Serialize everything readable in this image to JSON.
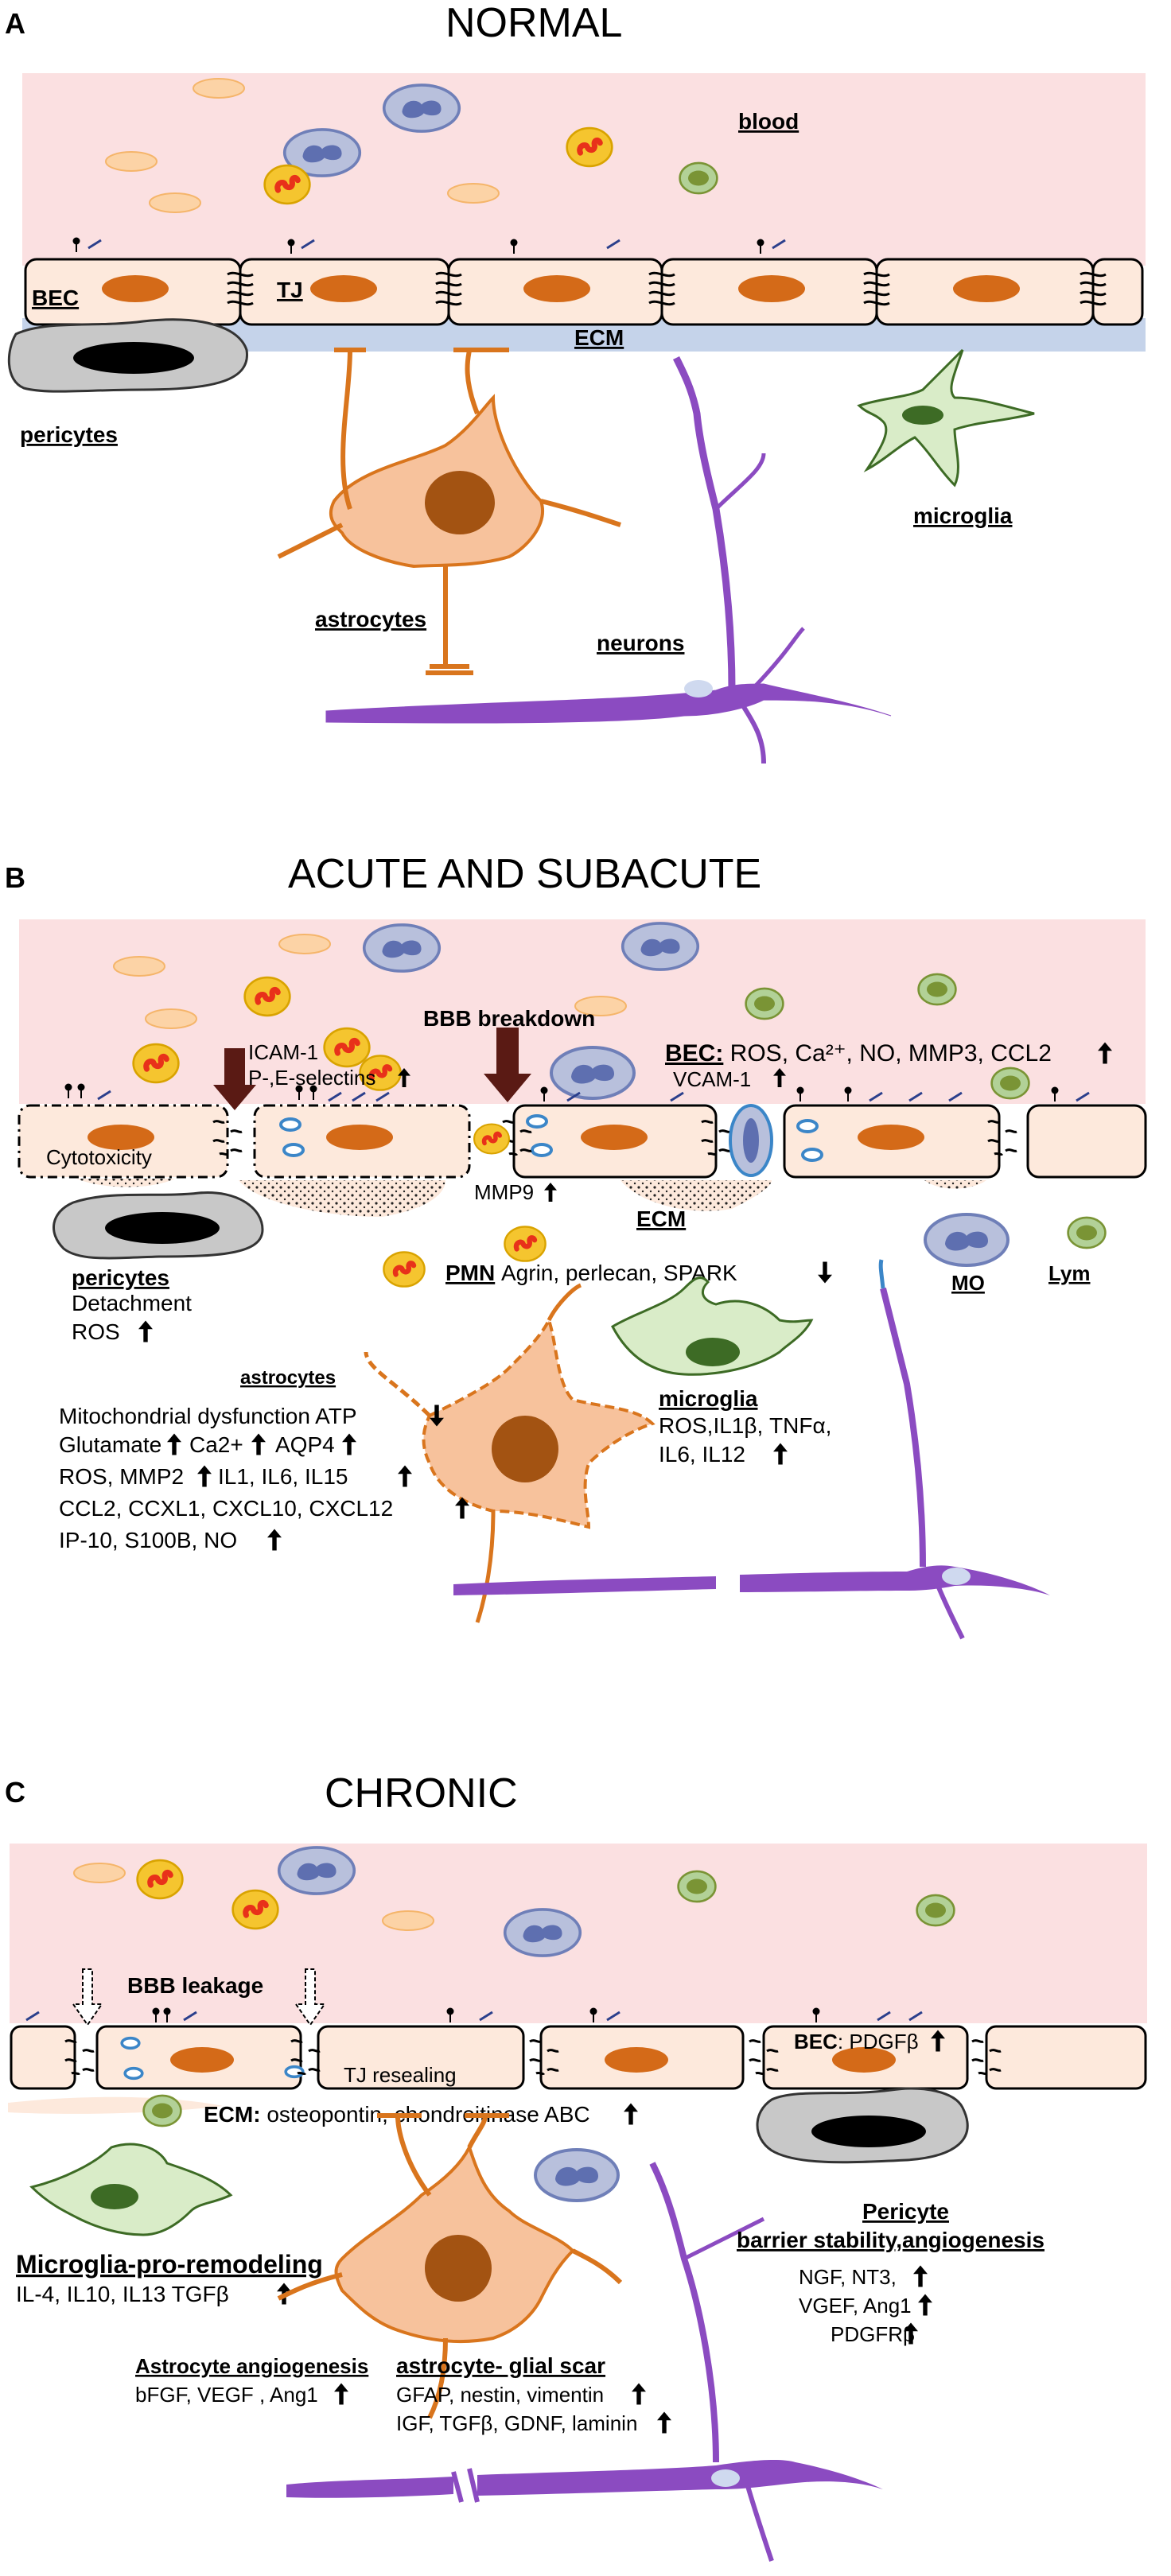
{
  "panels": [
    {
      "letter": "A",
      "title": "NORMAL",
      "labels": {
        "blood": "blood",
        "bec": "BEC",
        "tj": "TJ",
        "ecm": "ECM",
        "pericytes": "pericytes",
        "astrocytes": "astrocytes",
        "neurons": "neurons",
        "microglia": "microglia"
      }
    },
    {
      "letter": "B",
      "title": "ACUTE AND SUBACUTE",
      "labels": {
        "icam": "ICAM-1",
        "selectins": "P-,E-selectins",
        "bbb_breakdown": "BBB breakdown",
        "bec_head": "BEC:",
        "bec_rest": " ROS, Ca²⁺, NO, MMP3, CCL2",
        "vcam": "VCAM-1",
        "cytotoxicity": "Cytotoxicity",
        "mmp9": "MMP9",
        "pericytes": "pericytes",
        "detachment": "Detachment",
        "ros": "ROS",
        "pmn": "PMN",
        "ecm_items": " Agrin, perlecan, SPARK",
        "ecm": "ECM",
        "mo": "MO",
        "lym": "Lym",
        "astrocytes": "astrocytes",
        "astro_lines": [
          "Mitochondrial dysfunction ATP",
          "Glutamate",
          "Ca2+",
          "AQP4",
          "ROS,  MMP2",
          "IL1, IL6, IL15",
          "CCL2, CCXL1, CXCL10, CXCL12",
          "IP-10, S100B, NO"
        ],
        "microglia": "microglia",
        "micro_lines": [
          "ROS,IL1β, TNFα,",
          "IL6, IL12"
        ]
      }
    },
    {
      "letter": "C",
      "title": "CHRONIC",
      "labels": {
        "bbb_leakage": "BBB leakage",
        "tj_resealing": "TJ resealing",
        "bec_head": "BEC",
        "bec_rest": ": PDGFβ",
        "ecm_head": "ECM:",
        "ecm_rest": " osteopontin, chondroitinase ABC",
        "microglia_title": "Microglia-pro-remodeling",
        "microglia_line": "IL-4, IL10, IL13 TGFβ",
        "pericyte_title1": "Pericyte",
        "pericyte_title2": "barrier stability,angiogenesis",
        "pericyte_lines": [
          "NGF, NT3,",
          "VGEF, Ang1",
          "PDGFRβ"
        ],
        "astro_angio_title": "Astrocyte angiogenesis",
        "astro_angio_line": "bFGF, VEGF , Ang1",
        "astro_scar_title": "astrocyte- glial scar",
        "astro_scar_lines": [
          "GFAP, nestin, vimentin",
          "IGF, TGFβ, GDNF, laminin"
        ]
      }
    }
  ],
  "colors": {
    "blood": "#fbe0e1",
    "ecm": "#c5d3ea",
    "cell_fill": "#fde9dc",
    "nucleus": "#d46a18",
    "astrocyte": "#f7c29c",
    "astro_line": "#d9751d",
    "astro_nucleus": "#a35312",
    "neuron": "#8b4bc1",
    "microglia": "#d9ecc8",
    "microglia_nucleus": "#3d6b25",
    "pericyte": "#c8c8c8",
    "pmn_fill": "#f5c52f",
    "pmn_nucleus": "#e8311a",
    "mono_fill": "#b8c0dc",
    "mono_nucleus": "#5e6fb0",
    "lym_fill": "#b2d197",
    "lym_nucleus": "#7a9435",
    "rbc": "#fcd3a6",
    "arrow_dark": "#5a1a14"
  },
  "icons": {
    "up_arrow": "up-arrow-icon",
    "down_arrow": "down-arrow-icon"
  }
}
